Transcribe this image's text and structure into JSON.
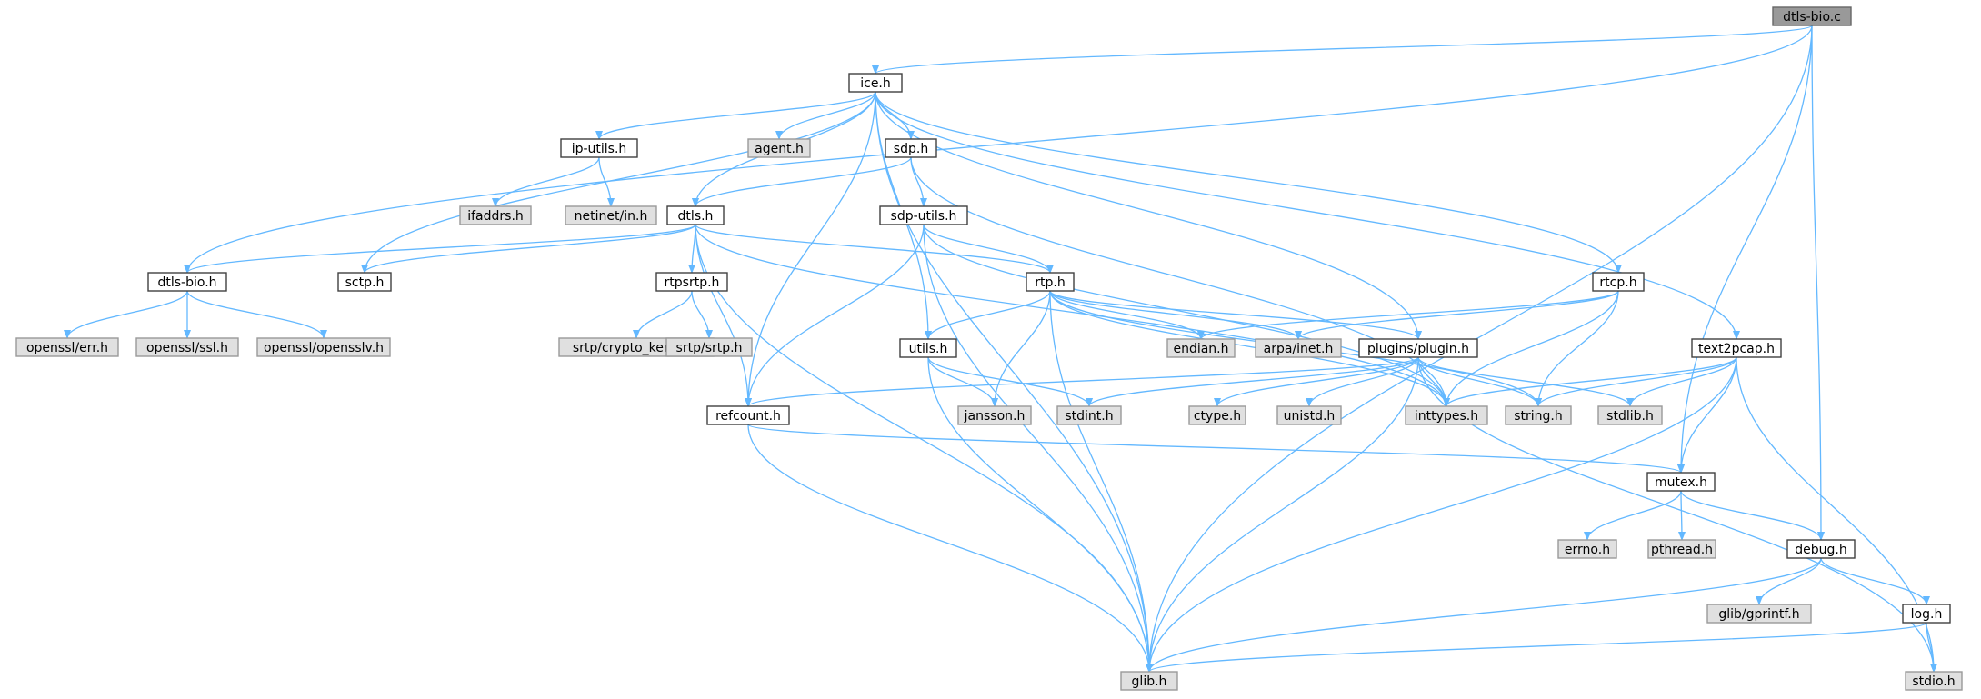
{
  "colors": {
    "edge": "#63b8ff",
    "root_fill": "#999999",
    "root_border": "#666666",
    "local_fill": "#ffffff",
    "local_border": "#404040",
    "system_fill": "#e0e0e0",
    "system_border": "#999999"
  },
  "graph": {
    "nodes": [
      {
        "id": "dtls_bio_c",
        "label": "dtls-bio.c",
        "kind": "root"
      },
      {
        "id": "ice_h",
        "label": "ice.h",
        "kind": "local"
      },
      {
        "id": "ip_utils_h",
        "label": "ip-utils.h",
        "kind": "local"
      },
      {
        "id": "agent_h",
        "label": "agent.h",
        "kind": "system"
      },
      {
        "id": "sdp_h",
        "label": "sdp.h",
        "kind": "local"
      },
      {
        "id": "ifaddrs_h",
        "label": "ifaddrs.h",
        "kind": "system"
      },
      {
        "id": "netinet_in_h",
        "label": "netinet/in.h",
        "kind": "system"
      },
      {
        "id": "dtls_h",
        "label": "dtls.h",
        "kind": "local"
      },
      {
        "id": "sdp_utils_h",
        "label": "sdp-utils.h",
        "kind": "local"
      },
      {
        "id": "dtls_bio_h",
        "label": "dtls-bio.h",
        "kind": "local"
      },
      {
        "id": "sctp_h",
        "label": "sctp.h",
        "kind": "local"
      },
      {
        "id": "rtpsrtp_h",
        "label": "rtpsrtp.h",
        "kind": "local"
      },
      {
        "id": "rtp_h",
        "label": "rtp.h",
        "kind": "local"
      },
      {
        "id": "rtcp_h",
        "label": "rtcp.h",
        "kind": "local"
      },
      {
        "id": "openssl_err_h",
        "label": "openssl/err.h",
        "kind": "system"
      },
      {
        "id": "openssl_ssl_h",
        "label": "openssl/ssl.h",
        "kind": "system"
      },
      {
        "id": "openssl_opensslv_h",
        "label": "openssl/opensslv.h",
        "kind": "system"
      },
      {
        "id": "srtp_crypto_kernel_h",
        "label": "srtp/crypto_kernel.h",
        "kind": "system"
      },
      {
        "id": "srtp_srtp_h",
        "label": "srtp/srtp.h",
        "kind": "system"
      },
      {
        "id": "utils_h",
        "label": "utils.h",
        "kind": "local"
      },
      {
        "id": "endian_h",
        "label": "endian.h",
        "kind": "system"
      },
      {
        "id": "arpa_inet_h",
        "label": "arpa/inet.h",
        "kind": "system"
      },
      {
        "id": "plugins_plugin_h",
        "label": "plugins/plugin.h",
        "kind": "local"
      },
      {
        "id": "text2pcap_h",
        "label": "text2pcap.h",
        "kind": "local"
      },
      {
        "id": "refcount_h",
        "label": "refcount.h",
        "kind": "local"
      },
      {
        "id": "jansson_h",
        "label": "jansson.h",
        "kind": "system"
      },
      {
        "id": "stdint_h",
        "label": "stdint.h",
        "kind": "system"
      },
      {
        "id": "ctype_h",
        "label": "ctype.h",
        "kind": "system"
      },
      {
        "id": "unistd_h",
        "label": "unistd.h",
        "kind": "system"
      },
      {
        "id": "inttypes_h",
        "label": "inttypes.h",
        "kind": "system"
      },
      {
        "id": "string_h",
        "label": "string.h",
        "kind": "system"
      },
      {
        "id": "stdlib_h",
        "label": "stdlib.h",
        "kind": "system"
      },
      {
        "id": "mutex_h",
        "label": "mutex.h",
        "kind": "local"
      },
      {
        "id": "errno_h",
        "label": "errno.h",
        "kind": "system"
      },
      {
        "id": "pthread_h",
        "label": "pthread.h",
        "kind": "system"
      },
      {
        "id": "debug_h",
        "label": "debug.h",
        "kind": "local"
      },
      {
        "id": "glib_gprintf_h",
        "label": "glib/gprintf.h",
        "kind": "system"
      },
      {
        "id": "log_h",
        "label": "log.h",
        "kind": "local"
      },
      {
        "id": "glib_h",
        "label": "glib.h",
        "kind": "system"
      },
      {
        "id": "stdio_h",
        "label": "stdio.h",
        "kind": "system"
      }
    ],
    "edges": [
      [
        "dtls_bio_c",
        "ice_h"
      ],
      [
        "dtls_bio_c",
        "dtls_bio_h"
      ],
      [
        "dtls_bio_c",
        "mutex_h"
      ],
      [
        "dtls_bio_c",
        "debug_h"
      ],
      [
        "dtls_bio_c",
        "glib_h"
      ],
      [
        "ice_h",
        "ip_utils_h"
      ],
      [
        "ice_h",
        "agent_h"
      ],
      [
        "ice_h",
        "sdp_h"
      ],
      [
        "ice_h",
        "dtls_h"
      ],
      [
        "ice_h",
        "sctp_h"
      ],
      [
        "ice_h",
        "utils_h"
      ],
      [
        "ice_h",
        "rtcp_h"
      ],
      [
        "ice_h",
        "text2pcap_h"
      ],
      [
        "ice_h",
        "plugins_plugin_h"
      ],
      [
        "ice_h",
        "refcount_h"
      ],
      [
        "ice_h",
        "glib_h"
      ],
      [
        "ip_utils_h",
        "ifaddrs_h"
      ],
      [
        "ip_utils_h",
        "netinet_in_h"
      ],
      [
        "sdp_h",
        "dtls_h"
      ],
      [
        "sdp_h",
        "sdp_utils_h"
      ],
      [
        "sdp_h",
        "inttypes_h"
      ],
      [
        "dtls_h",
        "dtls_bio_h"
      ],
      [
        "dtls_h",
        "sctp_h"
      ],
      [
        "dtls_h",
        "rtpsrtp_h"
      ],
      [
        "dtls_h",
        "rtp_h"
      ],
      [
        "dtls_h",
        "refcount_h"
      ],
      [
        "dtls_h",
        "inttypes_h"
      ],
      [
        "dtls_h",
        "glib_h"
      ],
      [
        "sdp_utils_h",
        "rtp_h"
      ],
      [
        "sdp_utils_h",
        "refcount_h"
      ],
      [
        "sdp_utils_h",
        "inttypes_h"
      ],
      [
        "sdp_utils_h",
        "glib_h"
      ],
      [
        "dtls_bio_h",
        "openssl_err_h"
      ],
      [
        "dtls_bio_h",
        "openssl_ssl_h"
      ],
      [
        "dtls_bio_h",
        "openssl_opensslv_h"
      ],
      [
        "rtpsrtp_h",
        "srtp_crypto_kernel_h"
      ],
      [
        "rtpsrtp_h",
        "srtp_srtp_h"
      ],
      [
        "rtp_h",
        "utils_h"
      ],
      [
        "rtp_h",
        "endian_h"
      ],
      [
        "rtp_h",
        "arpa_inet_h"
      ],
      [
        "rtp_h",
        "plugins_plugin_h"
      ],
      [
        "rtp_h",
        "jansson_h"
      ],
      [
        "rtp_h",
        "inttypes_h"
      ],
      [
        "rtp_h",
        "string_h"
      ],
      [
        "rtp_h",
        "glib_h"
      ],
      [
        "rtcp_h",
        "endian_h"
      ],
      [
        "rtcp_h",
        "arpa_inet_h"
      ],
      [
        "rtcp_h",
        "inttypes_h"
      ],
      [
        "rtcp_h",
        "string_h"
      ],
      [
        "utils_h",
        "jansson_h"
      ],
      [
        "utils_h",
        "stdint_h"
      ],
      [
        "utils_h",
        "glib_h"
      ],
      [
        "plugins_plugin_h",
        "refcount_h"
      ],
      [
        "plugins_plugin_h",
        "stdint_h"
      ],
      [
        "plugins_plugin_h",
        "ctype_h"
      ],
      [
        "plugins_plugin_h",
        "unistd_h"
      ],
      [
        "plugins_plugin_h",
        "inttypes_h"
      ],
      [
        "plugins_plugin_h",
        "string_h"
      ],
      [
        "plugins_plugin_h",
        "stdlib_h"
      ],
      [
        "plugins_plugin_h",
        "glib_h"
      ],
      [
        "plugins_plugin_h",
        "stdio_h"
      ],
      [
        "text2pcap_h",
        "inttypes_h"
      ],
      [
        "text2pcap_h",
        "string_h"
      ],
      [
        "text2pcap_h",
        "stdlib_h"
      ],
      [
        "text2pcap_h",
        "mutex_h"
      ],
      [
        "text2pcap_h",
        "glib_h"
      ],
      [
        "text2pcap_h",
        "stdio_h"
      ],
      [
        "refcount_h",
        "mutex_h"
      ],
      [
        "refcount_h",
        "glib_h"
      ],
      [
        "mutex_h",
        "errno_h"
      ],
      [
        "mutex_h",
        "pthread_h"
      ],
      [
        "mutex_h",
        "debug_h"
      ],
      [
        "debug_h",
        "glib_gprintf_h"
      ],
      [
        "debug_h",
        "log_h"
      ],
      [
        "debug_h",
        "glib_h"
      ],
      [
        "log_h",
        "glib_h"
      ],
      [
        "log_h",
        "stdio_h"
      ]
    ]
  }
}
